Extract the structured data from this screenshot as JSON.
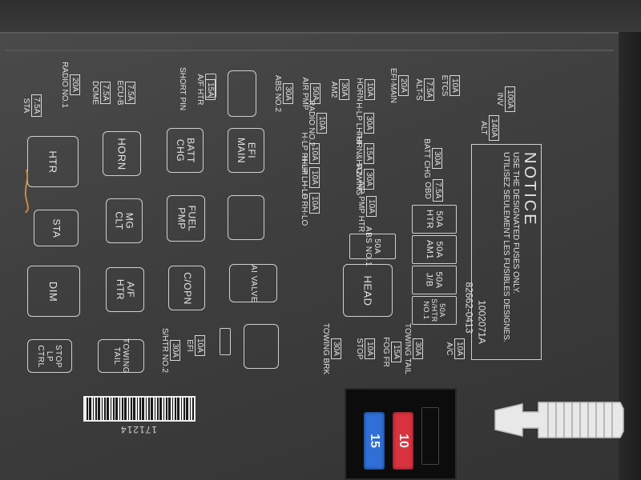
{
  "notice": {
    "title": "NOTICE",
    "line1": "USE THE DESIGNATED FUSES ONLY.",
    "line2": "UTILISEZ SEULEMENT LES FUSIBLES DESIGNES.",
    "part_number": "82662-0413",
    "code": "1002071A"
  },
  "top_labels": [
    {
      "amp": "100A",
      "name": "INV"
    },
    {
      "amp": "140A",
      "name": "ALT"
    },
    {
      "amp": "10A",
      "name": "ETCS"
    },
    {
      "amp": "7.5A",
      "name": "ALT-S"
    },
    {
      "amp": "20A",
      "name": "EFI-MAIN"
    },
    {
      "amp": "10A",
      "name": "HORN"
    },
    {
      "amp": "30A",
      "name": "AM2"
    },
    {
      "amp": "50A",
      "name": "AIR PMP"
    },
    {
      "amp": "30A",
      "name": "ABS NO.2"
    },
    {
      "amp": "15A",
      "name": "A/F HTR"
    },
    {
      "amp": "",
      "name": "SHORT PIN"
    },
    {
      "amp": "7.5A",
      "name": "ECU-B"
    },
    {
      "amp": "7.5A",
      "name": "DOME"
    },
    {
      "amp": "20A",
      "name": "RADIO NO.1"
    },
    {
      "amp": "7.5A",
      "name": "STA"
    }
  ],
  "relays": [
    {
      "label": "HTR"
    },
    {
      "label": "STA"
    },
    {
      "label": "DIM"
    },
    {
      "label": "STOP\nLP\nCTRL"
    },
    {
      "label": "HORN"
    },
    {
      "label": "MG\nCLT"
    },
    {
      "label": "A/F\nHTR"
    },
    {
      "label": "TOWING\nTAIL"
    },
    {
      "label": "BATT\nCHG"
    },
    {
      "label": "FUEL\nPMP"
    },
    {
      "label": "C/OPN"
    },
    {
      "label": "EFI\nMAIN"
    },
    {
      "label": ""
    },
    {
      "label": "AI VALVE"
    },
    {
      "label": ""
    },
    {
      "label": "HEAD"
    }
  ],
  "mid_labels": [
    {
      "amp": "10A",
      "name": "RADIO NO.2"
    },
    {
      "amp": "30A",
      "name": "H-LP LH-HI"
    },
    {
      "amp": "10A",
      "name": "H-LP RH-HI"
    },
    {
      "amp": "15A",
      "name": "TURN&HAZ"
    },
    {
      "amp": "10A",
      "name": "H-LP LH-LO"
    },
    {
      "amp": "30A",
      "name": "TOWING"
    },
    {
      "amp": "10A",
      "name": "H-LP RH-LO"
    },
    {
      "amp": "10A",
      "name": "AIR PMP HTR"
    },
    {
      "amp": "30A",
      "name": "BATT CHG"
    },
    {
      "amp": "7.5A",
      "name": "OBD"
    }
  ],
  "right_col": [
    {
      "amp": "50A",
      "name": "HTR"
    },
    {
      "amp": "50A",
      "name": "AM1"
    },
    {
      "amp": "50A",
      "name": "J/B"
    },
    {
      "amp": "50A",
      "name": "S/HTR NO.1"
    },
    {
      "amp": "50A",
      "name": "ABS NO.1"
    }
  ],
  "bottom_labels": [
    {
      "amp": "10A",
      "name": "EFI"
    },
    {
      "amp": "30A",
      "name": "S/HTR NO.2"
    },
    {
      "amp": "30A",
      "name": "TOWING BRK"
    },
    {
      "amp": "10A",
      "name": "STOP"
    },
    {
      "amp": "15A",
      "name": "FOG FR"
    },
    {
      "amp": "30A",
      "name": "TOWING TAIL"
    },
    {
      "amp": "10A",
      "name": "A/C"
    }
  ],
  "barcode_serial": "171214",
  "installed_fuses": [
    {
      "rating": "15",
      "color": "#2f6fd6"
    },
    {
      "rating": "10",
      "color": "#d8333f"
    }
  ],
  "colors": {
    "lid": "#3f3f3f",
    "print": "#e4e4e4",
    "clip": "#e8e8e8"
  }
}
